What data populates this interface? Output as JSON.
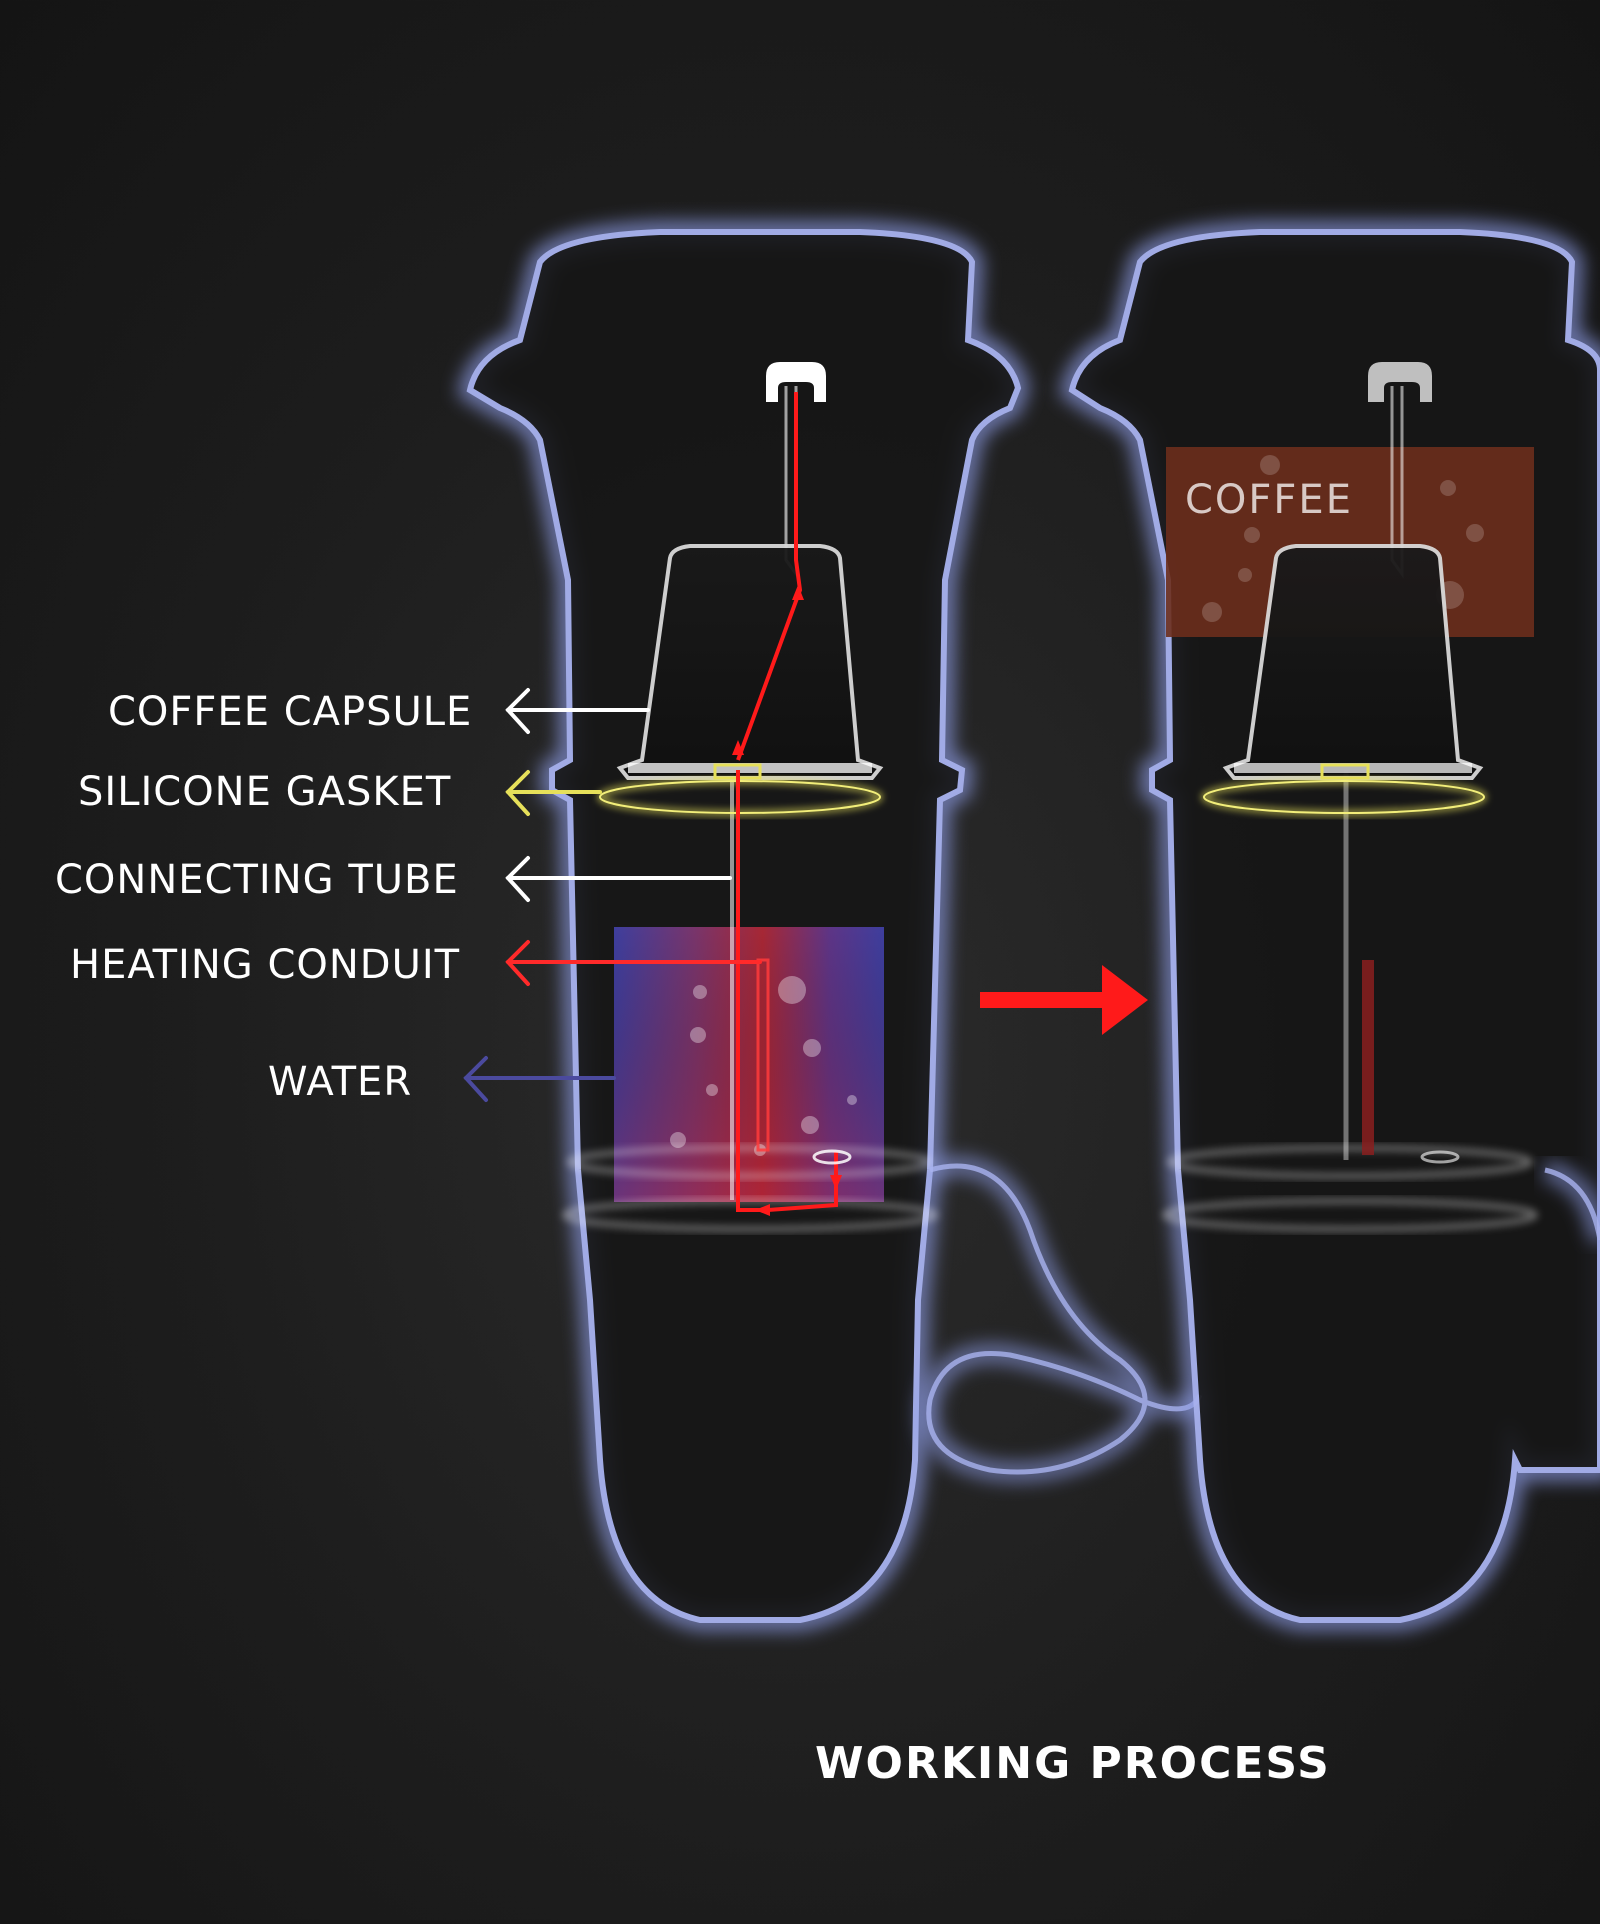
{
  "labels": {
    "coffee_capsule": "COFFEE CAPSULE",
    "silicone_gasket": "SILICONE GASKET",
    "connecting_tube": "CONNECTING TUBE",
    "heating_conduit": "HEATING CONDUIT",
    "water": "WATER",
    "coffee": "COFFEE"
  },
  "title": "WORKING PROCESS",
  "colors": {
    "background": "#1c1c1c",
    "outline_glow": "#8f9ee8",
    "flow": "#ff1a1a",
    "gasket": "#e6e05a",
    "water": "#4a4ab8",
    "coffee": "#6b2d1c",
    "text": "#ffffff",
    "water_arrow": "#4b4a9e"
  }
}
